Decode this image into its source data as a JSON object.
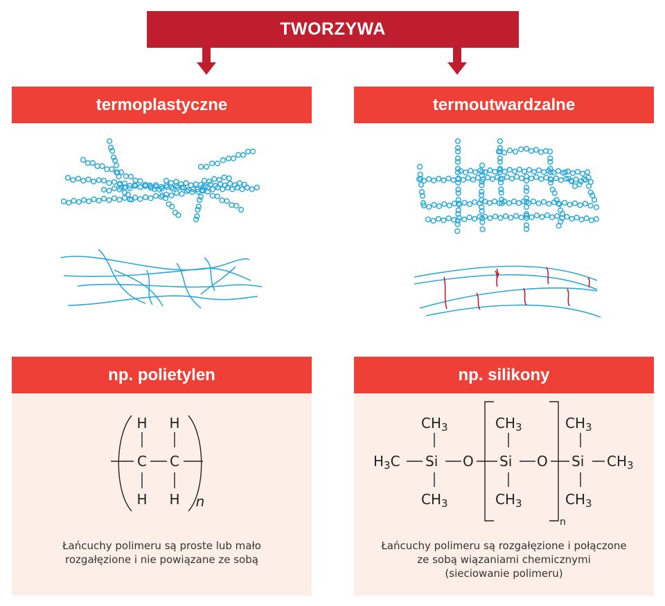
{
  "title": "TWORZYWA",
  "left": {
    "header": "termoplastyczne",
    "example": "np. polietylen",
    "description_lines": [
      "Łańcuchy polimeru są proste lub mało",
      "rozgałęzione i nie powiązane ze sobą"
    ],
    "formula": {
      "atom_h": "H",
      "atom_c": "C",
      "repeat": "n"
    }
  },
  "right": {
    "header": "termoutwardzalne",
    "example": "np. silikony",
    "description_lines": [
      "Łańcuchy polimeru są rozgałęzione i połączone",
      "ze sobą wiązaniami chemicznymi",
      "(sieciowanie polimeru)"
    ],
    "formula": {
      "ch": "CH",
      "h": "H",
      "c": "C",
      "sub3": "3",
      "si": "Si",
      "o": "O",
      "repeat": "n"
    }
  },
  "colors": {
    "title_bg": "#be1e2d",
    "header_bg": "#ee4036",
    "panel_bg": "#fdeee8",
    "chain": "#29a8d8",
    "crosslink": "#be1e2d"
  }
}
